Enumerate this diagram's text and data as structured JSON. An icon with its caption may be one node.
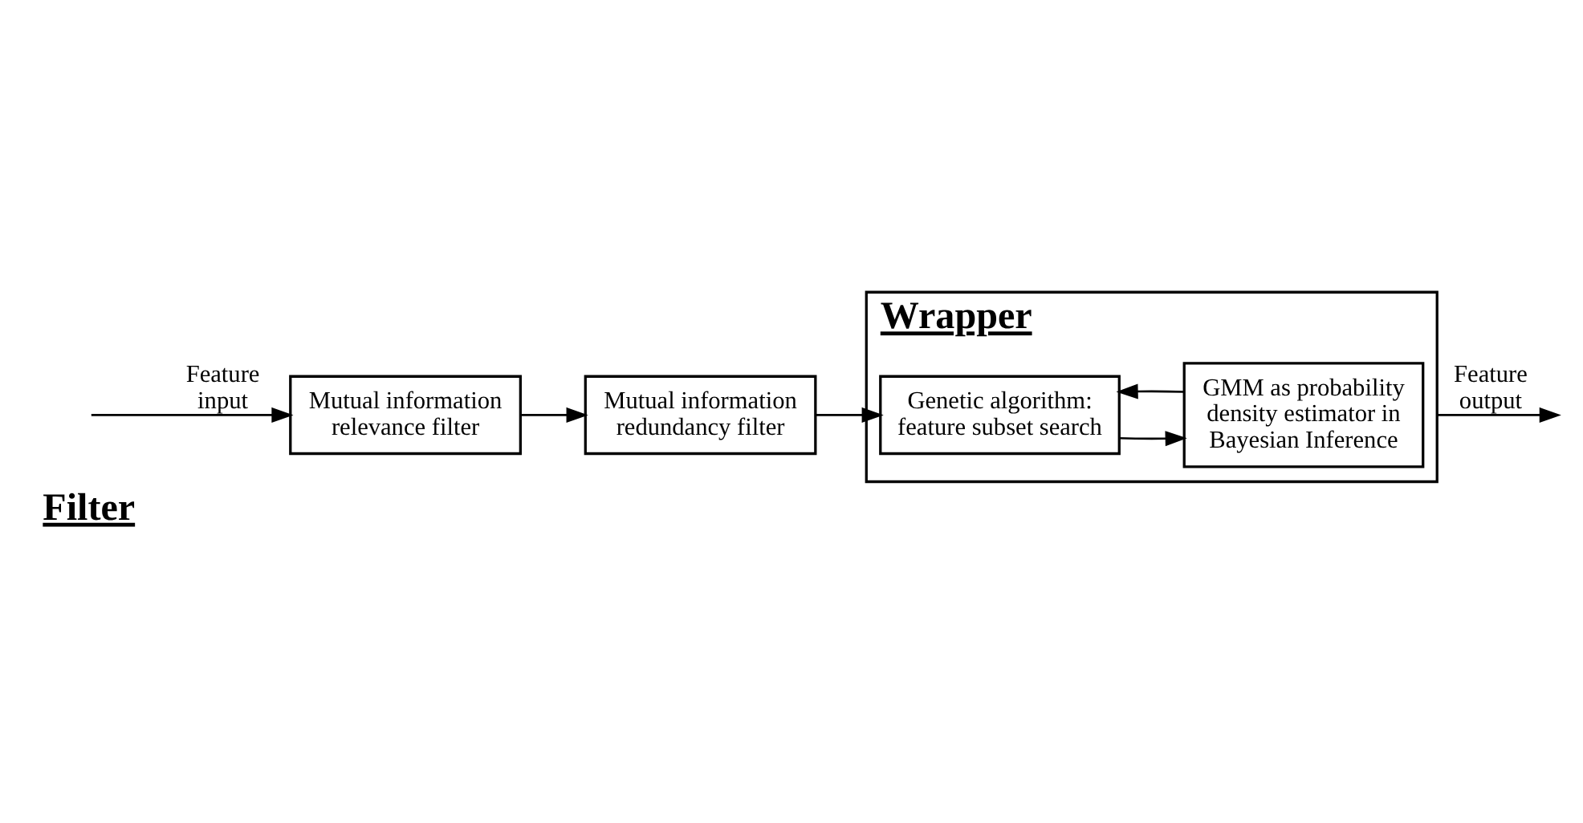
{
  "diagram": {
    "nodes": [
      {
        "text": [
          "Wrapper"
        ]
      },
      {
        "text": [
          "Genetic algorithm: feature subset search"
        ],
        "in": 0
      },
      {
        "text": [
          "GMM as probability density estimator in Bayesian Inference"
        ],
        "in": 0
      },
      {
        "text": [
          "Mutual information relevance filter"
        ]
      },
      {
        "text": [
          "Mutual information redundancy filter"
        ]
      }
    ],
    "edges": [
      {
        "from": null,
        "to": 3,
        "arrow": "to",
        "label": "Feature input"
      },
      {
        "from": 3,
        "to": 4,
        "arrow": "to"
      },
      {
        "from": 4,
        "to": 1,
        "arrow": "to"
      },
      {
        "from": 1,
        "to": 2,
        "arrow": "to"
      },
      {
        "from": 2,
        "to": 1,
        "arrow": "to"
      },
      {
        "from": 0,
        "to": null,
        "arrow": "to",
        "label": "Feature output"
      }
    ],
    "labels": [
      "Filter"
    ]
  }
}
